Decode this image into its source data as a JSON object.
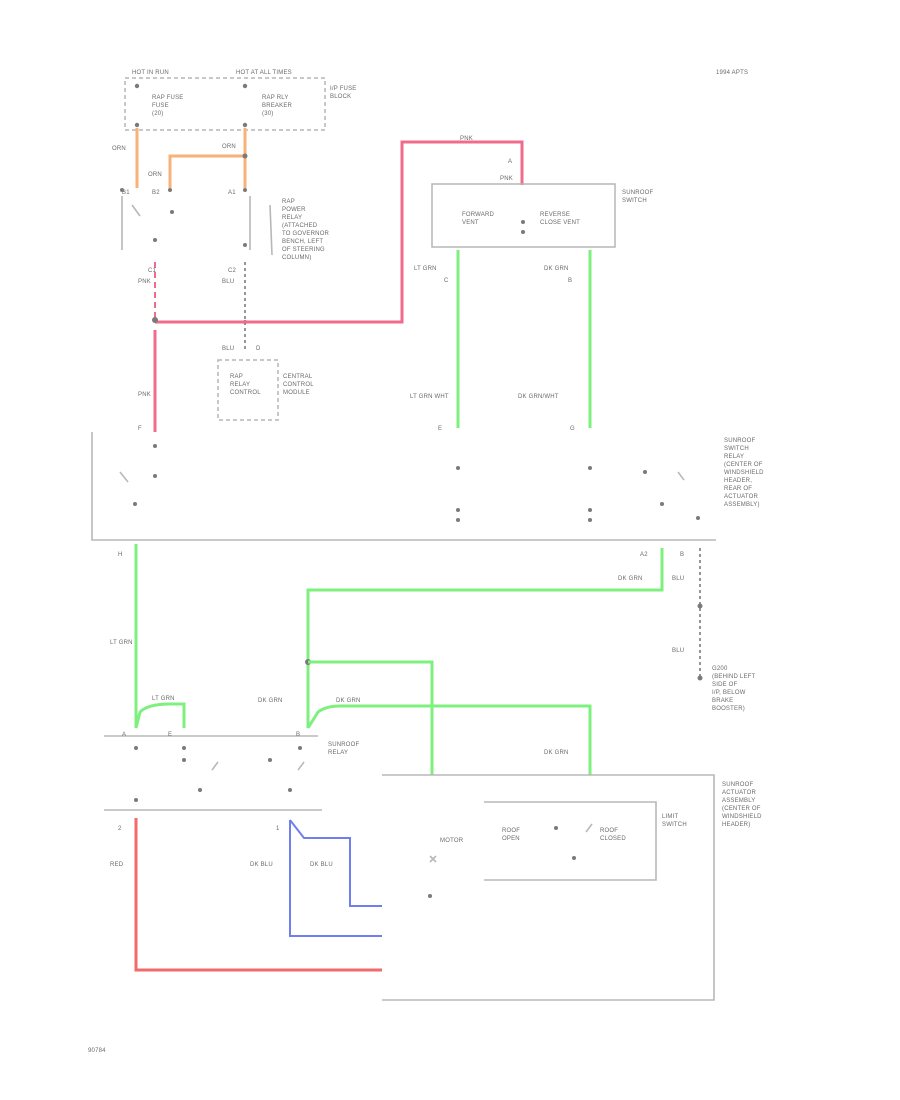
{
  "header": {
    "left_top": "HOT IN RUN",
    "center_top": "HOT AT ALL TIMES",
    "right_top": "1994 APTS"
  },
  "fuse_block": {
    "fuse1": [
      "RAP FUSE",
      "FUSE",
      "(20)"
    ],
    "fuse2": [
      "RAP RLY",
      "BREAKER",
      "(30)"
    ],
    "name": [
      "I/P FUSE",
      "BLOCK"
    ]
  },
  "wire_labels": {
    "org_a": "ORN",
    "org_b": "ORN",
    "org_c": "ORN",
    "pnk_top": "PNK",
    "pnk_a": "PNK",
    "pnk_b": "PNK",
    "blu_a": "BLU",
    "blu_b": "BLU",
    "lt_grn_a": "LT GRN",
    "dk_grn_a": "DK GRN",
    "lt_grn_wht": "LT GRN WHT",
    "dk_grn_wht": "DK GRN/WHT",
    "dk_grn_b": "DK GRN",
    "blu_c": "BLU",
    "blu_d": "BLU",
    "lt_grn_b": "LT GRN",
    "lt_grn_c": "LT GRN",
    "dk_grn_c": "DK GRN",
    "dk_grn_d": "DK GRN",
    "dk_grn_e": "DK GRN",
    "red": "RED",
    "dk_blu_a": "DK BLU",
    "dk_blu_b": "DK BLU"
  },
  "pins": {
    "c1": "C1",
    "c2": "C2",
    "b": "B",
    "a": "A",
    "c": "C",
    "d": "D",
    "e": "E",
    "f": "F",
    "g": "G",
    "h": "H",
    "one": "1",
    "two": "2",
    "b1": "B1",
    "b2": "B2",
    "a1": "A1",
    "a2": "A2"
  },
  "components": {
    "rap_relay": [
      "RAP",
      "POWER",
      "RELAY",
      "(ATTACHED",
      "TO GOVERNOR",
      "BENCH, LEFT",
      "OF STEERING",
      "COLUMN)"
    ],
    "rap_module": [
      "RAP",
      "RELAY",
      "CONTROL"
    ],
    "rap_module_name": [
      "CENTRAL",
      "CONTROL",
      "MODULE"
    ],
    "sunroof_switch": [
      "SUNROOF",
      "SWITCH"
    ],
    "switch_fwd": [
      "FORWARD",
      "VENT"
    ],
    "switch_rev": [
      "REVERSE",
      "CLOSE VENT"
    ],
    "switch_relay": [
      "SUNROOF",
      "SWITCH",
      "RELAY",
      "(CENTER OF",
      "WINDSHIELD",
      "HEADER,",
      "REAR OF",
      "ACTUATOR",
      "ASSEMBLY)"
    ],
    "ground": [
      "G200",
      "(BEHIND LEFT",
      "SIDE OF",
      "I/P, BELOW",
      "BRAKE",
      "BOOSTER)"
    ],
    "sunroof_relay": [
      "SUNROOF",
      "RELAY"
    ],
    "actuator": [
      "SUNROOF",
      "ACTUATOR",
      "ASSEMBLY",
      "(CENTER OF",
      "WINDSHIELD",
      "HEADER)"
    ],
    "motor": "MOTOR",
    "roof_open": [
      "ROOF",
      "OPEN"
    ],
    "roof_closed": [
      "ROOF",
      "CLOSED"
    ],
    "limit_switch": [
      "LIMIT",
      "SWITCH"
    ]
  },
  "footer": {
    "code": "90784"
  },
  "colors": {
    "orange_wire": "#f7b27a",
    "pink_wire": "#f06b8c",
    "green_wire": "#7ef07e",
    "red_wire": "#f26a6a",
    "blue_wire": "#6f7ff0",
    "frame": "#b5b5b5"
  }
}
